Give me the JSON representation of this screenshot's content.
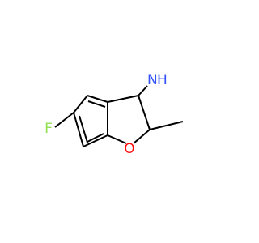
{
  "molecule": {
    "atoms": {
      "amine_n": "N",
      "amine_h": "H",
      "ring_o": "O",
      "fluorine": "F"
    },
    "colors": {
      "bond": "#000000",
      "nitrogen": "#3050F8",
      "oxygen": "#FF0D0D",
      "fluorine": "#90E050"
    }
  }
}
